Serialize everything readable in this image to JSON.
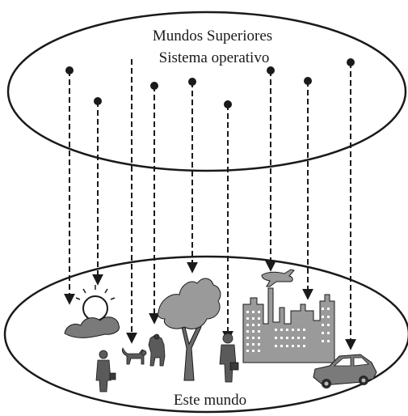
{
  "upper_world": {
    "title_line1": "Mundos Superiores",
    "title_line2": "Sistema operativo"
  },
  "lower_world": {
    "title": "Este mundo"
  },
  "icons": [
    "cloud-sun-icon",
    "cat-icon",
    "dog-icon",
    "tree-icon",
    "businessman-icon",
    "city-icon",
    "airplane-icon",
    "car-icon"
  ],
  "colors": {
    "ink": "#1a1a1a",
    "fill_dark": "#4a4a4a",
    "fill_light": "#9a9a9a"
  }
}
